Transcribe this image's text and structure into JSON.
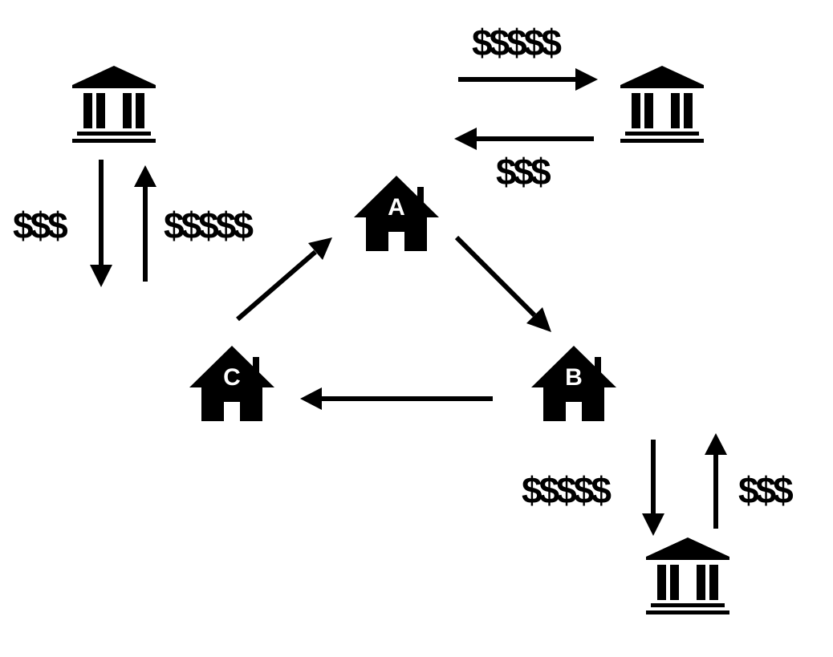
{
  "colors": {
    "ink": "#000000",
    "background": "#ffffff"
  },
  "houses": {
    "a": {
      "label": "A"
    },
    "b": {
      "label": "B"
    },
    "c": {
      "label": "C"
    }
  },
  "banks": {
    "left_bank": {
      "icon": "bank-icon"
    },
    "top_right_bank": {
      "icon": "bank-icon"
    },
    "bottom_right_bank": {
      "icon": "bank-icon"
    }
  },
  "flows": {
    "left_down": "$$$",
    "left_up": "$$$$$",
    "top_right_out": "$$$$$",
    "top_right_back": "$$$",
    "bottom_down": "$$$$$",
    "bottom_up": "$$$"
  }
}
